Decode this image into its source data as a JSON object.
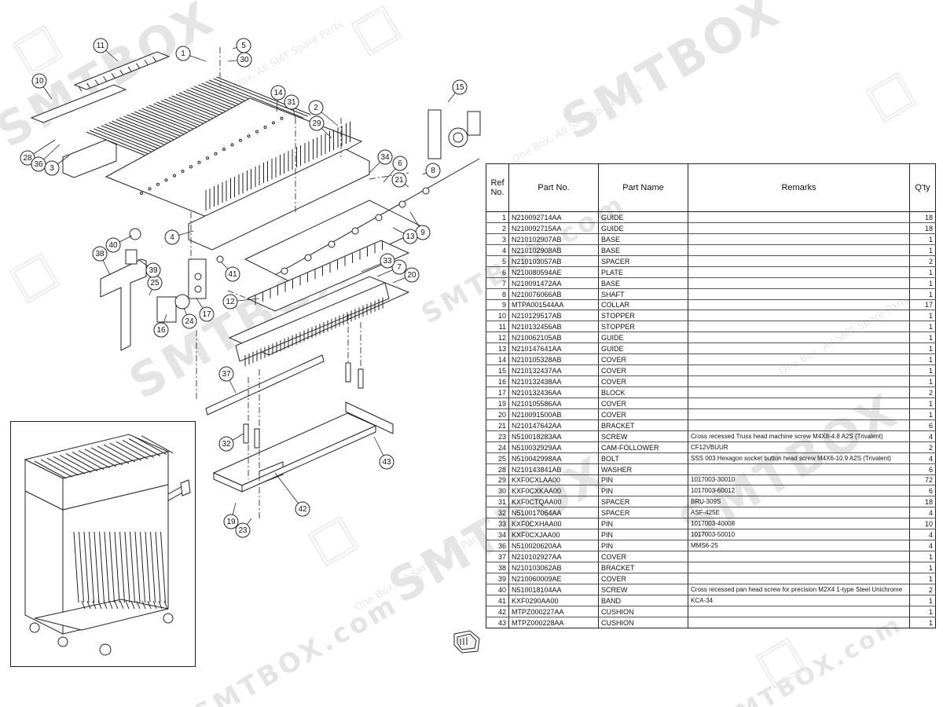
{
  "watermark": {
    "brand": "SMTBOX",
    "domain": "SMTBOX.com",
    "tagline": "One Box, All SMT Spare Parts"
  },
  "table": {
    "headers": {
      "ref_line1": "Ref",
      "ref_line2": "No.",
      "part_no": "Part No.",
      "part_name": "Part Name",
      "remarks": "Remarks",
      "qty": "Q'ty"
    },
    "rows": [
      {
        "ref": "1",
        "part_no": "N210092714AA",
        "name": "GUIDE",
        "remarks": "",
        "qty": "18"
      },
      {
        "ref": "2",
        "part_no": "N210092715AA",
        "name": "GUIDE",
        "remarks": "",
        "qty": "18"
      },
      {
        "ref": "3",
        "part_no": "N210102907AB",
        "name": "BASE",
        "remarks": "",
        "qty": "1"
      },
      {
        "ref": "4",
        "part_no": "N210102908AB",
        "name": "BASE",
        "remarks": "",
        "qty": "1"
      },
      {
        "ref": "5",
        "part_no": "N210103057AB",
        "name": "SPACER",
        "remarks": "",
        "qty": "2"
      },
      {
        "ref": "6",
        "part_no": "N210080594AE",
        "name": "PLATE",
        "remarks": "",
        "qty": "1"
      },
      {
        "ref": "7",
        "part_no": "N210091472AA",
        "name": "BASE",
        "remarks": "",
        "qty": "1"
      },
      {
        "ref": "8",
        "part_no": "N210076066AB",
        "name": "SHAFT",
        "remarks": "",
        "qty": "1"
      },
      {
        "ref": "9",
        "part_no": "MTPA001544AA",
        "name": "COLLAR",
        "remarks": "",
        "qty": "17"
      },
      {
        "ref": "10",
        "part_no": "N210129517AB",
        "name": "STOPPER",
        "remarks": "",
        "qty": "1"
      },
      {
        "ref": "11",
        "part_no": "N210132456AB",
        "name": "STOPPER",
        "remarks": "",
        "qty": "1"
      },
      {
        "ref": "12",
        "part_no": "N210062105AB",
        "name": "GUIDE",
        "remarks": "",
        "qty": "1"
      },
      {
        "ref": "13",
        "part_no": "N210147641AA",
        "name": "GUIDE",
        "remarks": "",
        "qty": "1"
      },
      {
        "ref": "14",
        "part_no": "N210105328AB",
        "name": "COVER",
        "remarks": "",
        "qty": "1"
      },
      {
        "ref": "15",
        "part_no": "N210132437AA",
        "name": "COVER",
        "remarks": "",
        "qty": "1"
      },
      {
        "ref": "16",
        "part_no": "N210132438AA",
        "name": "COVER",
        "remarks": "",
        "qty": "1"
      },
      {
        "ref": "17",
        "part_no": "N210132436AA",
        "name": "BLOCK",
        "remarks": "",
        "qty": "2"
      },
      {
        "ref": "19",
        "part_no": "N210105586AA",
        "name": "COVER",
        "remarks": "",
        "qty": "1"
      },
      {
        "ref": "20",
        "part_no": "N210091500AB",
        "name": "COVER",
        "remarks": "",
        "qty": "1"
      },
      {
        "ref": "21",
        "part_no": "N210147642AA",
        "name": "BRACKET",
        "remarks": "",
        "qty": "6"
      },
      {
        "ref": "23",
        "part_no": "N510018283AA",
        "name": "SCREW",
        "remarks": "Cross recessed Truss head machine screw M4X8-4.8 A2S (Trivalent)",
        "qty": "4"
      },
      {
        "ref": "24",
        "part_no": "N510032929AA",
        "name": "CAM-FOLLOWER",
        "remarks": "CF12VBUUR",
        "qty": "2"
      },
      {
        "ref": "25",
        "part_no": "N510042998AA",
        "name": "BOLT",
        "remarks": "SSS 003 Hexagon socket button head screw M4X6-10.9 A2S (Trivalent)",
        "qty": "4"
      },
      {
        "ref": "28",
        "part_no": "N210143841AB",
        "name": "WASHER",
        "remarks": "",
        "qty": "6"
      },
      {
        "ref": "29",
        "part_no": "KXF0CXLAA00",
        "name": "PIN",
        "remarks": "1017003-30010",
        "qty": "72"
      },
      {
        "ref": "30",
        "part_no": "KXF0CXKAA00",
        "name": "PIN",
        "remarks": "1017003-60012",
        "qty": "6"
      },
      {
        "ref": "31",
        "part_no": "KXF0CTQAA00",
        "name": "SPACER",
        "remarks": "BRU-309S",
        "qty": "18"
      },
      {
        "ref": "32",
        "part_no": "N510017064AA",
        "name": "SPACER",
        "remarks": "ASF-425E",
        "qty": "4"
      },
      {
        "ref": "33",
        "part_no": "KXF0CXHAA00",
        "name": "PIN",
        "remarks": "1017003-40008",
        "qty": "10"
      },
      {
        "ref": "34",
        "part_no": "KXF0CXJAA00",
        "name": "PIN",
        "remarks": "1017003-50010",
        "qty": "4"
      },
      {
        "ref": "36",
        "part_no": "N510020620AA",
        "name": "PIN",
        "remarks": "MMS6-25",
        "qty": "4"
      },
      {
        "ref": "37",
        "part_no": "N210102927AA",
        "name": "COVER",
        "remarks": "",
        "qty": "1"
      },
      {
        "ref": "38",
        "part_no": "N210103062AB",
        "name": "BRACKET",
        "remarks": "",
        "qty": "1"
      },
      {
        "ref": "39",
        "part_no": "N210060009AE",
        "name": "COVER",
        "remarks": "",
        "qty": "1"
      },
      {
        "ref": "40",
        "part_no": "N510018104AA",
        "name": "SCREW",
        "remarks": "Cross recessed pan head screw for precision M2X4 1-type Steel Unichrome",
        "qty": "2"
      },
      {
        "ref": "41",
        "part_no": "KXF0290AA00",
        "name": "BAND",
        "remarks": "KCA-34",
        "qty": "1"
      },
      {
        "ref": "42",
        "part_no": "MTPZ000227AA",
        "name": "CUSHION",
        "remarks": "",
        "qty": "1"
      },
      {
        "ref": "43",
        "part_no": "MTPZ000228AA",
        "name": "CUSHION",
        "remarks": "",
        "qty": "1"
      }
    ]
  },
  "callouts": [
    "1",
    "2",
    "3",
    "4",
    "5",
    "6",
    "7",
    "8",
    "9",
    "10",
    "11",
    "12",
    "13",
    "14",
    "15",
    "16",
    "17",
    "19",
    "20",
    "21",
    "23",
    "24",
    "25",
    "28",
    "29",
    "30",
    "31",
    "32",
    "33",
    "34",
    "36",
    "37",
    "38",
    "39",
    "40",
    "41",
    "42",
    "43"
  ],
  "nav_icon": "next-page-hand-icon"
}
